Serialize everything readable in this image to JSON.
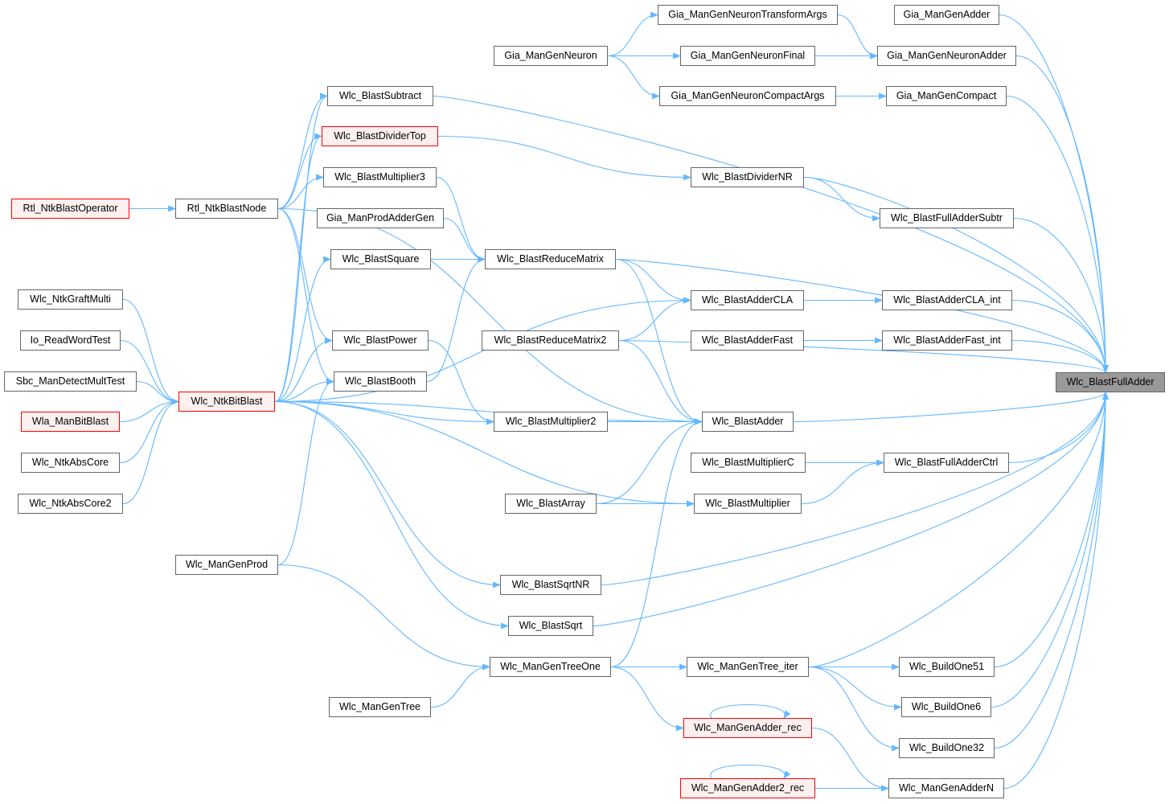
{
  "graph": {
    "title": "Wlc_BlastFullAdder caller graph",
    "colors": {
      "edge": "#63b8ff",
      "border": "#666666",
      "highlight_border": "#ff0000",
      "highlight_fill": "#fff0f0",
      "root_fill": "#999999"
    },
    "nodes": {
      "root": {
        "label": "Wlc_BlastFullAdder",
        "style": "root"
      },
      "gmga": {
        "label": "Gia_ManGenAdder"
      },
      "gmgna": {
        "label": "Gia_ManGenNeuronAdder"
      },
      "gmgc": {
        "label": "Gia_ManGenCompact"
      },
      "fas": {
        "label": "Wlc_BlastFullAdderSubtr"
      },
      "claint": {
        "label": "Wlc_BlastAdderCLA_int"
      },
      "fastint": {
        "label": "Wlc_BlastAdderFast_int"
      },
      "fac": {
        "label": "Wlc_BlastFullAdderCtrl"
      },
      "b51": {
        "label": "Wlc_BuildOne51"
      },
      "b6": {
        "label": "Wlc_BuildOne6"
      },
      "b32": {
        "label": "Wlc_BuildOne32"
      },
      "gan": {
        "label": "Wlc_ManGenAdderN"
      },
      "gnta": {
        "label": "Gia_ManGenNeuronTransformArgs"
      },
      "gnf": {
        "label": "Gia_ManGenNeuronFinal"
      },
      "gnca": {
        "label": "Gia_ManGenNeuronCompactArgs"
      },
      "dnr": {
        "label": "Wlc_BlastDividerNR"
      },
      "cla": {
        "label": "Wlc_BlastAdderCLA"
      },
      "fast": {
        "label": "Wlc_BlastAdderFast"
      },
      "adder": {
        "label": "Wlc_BlastAdder"
      },
      "mulc": {
        "label": "Wlc_BlastMultiplierC"
      },
      "mul": {
        "label": "Wlc_BlastMultiplier"
      },
      "gti": {
        "label": "Wlc_ManGenTree_iter"
      },
      "gar": {
        "label": "Wlc_ManGenAdder_rec",
        "style": "red"
      },
      "ga2r": {
        "label": "Wlc_ManGenAdder2_rec",
        "style": "red"
      },
      "gn": {
        "label": "Gia_ManGenNeuron"
      },
      "rm": {
        "label": "Wlc_BlastReduceMatrix"
      },
      "rm2": {
        "label": "Wlc_BlastReduceMatrix2"
      },
      "mul2": {
        "label": "Wlc_BlastMultiplier2"
      },
      "arr": {
        "label": "Wlc_BlastArray"
      },
      "sqnr": {
        "label": "Wlc_BlastSqrtNR"
      },
      "sq": {
        "label": "Wlc_BlastSqrt"
      },
      "gto": {
        "label": "Wlc_ManGenTreeOne"
      },
      "sub": {
        "label": "Wlc_BlastSubtract"
      },
      "dtop": {
        "label": "Wlc_BlastDividerTop",
        "style": "red"
      },
      "mul3": {
        "label": "Wlc_BlastMultiplier3"
      },
      "gpag": {
        "label": "Gia_ManProdAdderGen"
      },
      "square": {
        "label": "Wlc_BlastSquare"
      },
      "pow": {
        "label": "Wlc_BlastPower"
      },
      "booth": {
        "label": "Wlc_BlastBooth"
      },
      "gt": {
        "label": "Wlc_ManGenTree"
      },
      "rbn": {
        "label": "Rtl_NtkBlastNode"
      },
      "nbb": {
        "label": "Wlc_NtkBitBlast",
        "style": "red"
      },
      "gprod": {
        "label": "Wlc_ManGenProd"
      },
      "rbo": {
        "label": "Rtl_NtkBlastOperator",
        "style": "red"
      },
      "graft": {
        "label": "Wlc_NtkGraftMulti"
      },
      "iorwt": {
        "label": "Io_ReadWordTest"
      },
      "sbc": {
        "label": "Sbc_ManDetectMultTest"
      },
      "wla": {
        "label": "Wla_ManBitBlast",
        "style": "red"
      },
      "abs": {
        "label": "Wlc_NtkAbsCore"
      },
      "abs2": {
        "label": "Wlc_NtkAbsCore2"
      }
    },
    "edges": [
      [
        "rbo",
        "rbn"
      ],
      [
        "rbn",
        "sub"
      ],
      [
        "rbn",
        "dtop"
      ],
      [
        "rbn",
        "mul3"
      ],
      [
        "rbn",
        "pow"
      ],
      [
        "rbn",
        "booth"
      ],
      [
        "rbn",
        "adder"
      ],
      [
        "graft",
        "nbb"
      ],
      [
        "iorwt",
        "nbb"
      ],
      [
        "sbc",
        "nbb"
      ],
      [
        "wla",
        "nbb"
      ],
      [
        "abs",
        "nbb"
      ],
      [
        "abs2",
        "nbb"
      ],
      [
        "nbb",
        "sub"
      ],
      [
        "nbb",
        "dtop"
      ],
      [
        "nbb",
        "square"
      ],
      [
        "nbb",
        "pow"
      ],
      [
        "nbb",
        "booth"
      ],
      [
        "nbb",
        "cla"
      ],
      [
        "nbb",
        "mul2"
      ],
      [
        "nbb",
        "adder"
      ],
      [
        "nbb",
        "mul"
      ],
      [
        "nbb",
        "sqnr"
      ],
      [
        "nbb",
        "sq"
      ],
      [
        "gprod",
        "booth"
      ],
      [
        "gprod",
        "gto"
      ],
      [
        "gn",
        "gnta"
      ],
      [
        "gn",
        "gnf"
      ],
      [
        "gn",
        "gnca"
      ],
      [
        "gnta",
        "gmgna"
      ],
      [
        "gnf",
        "gmgna"
      ],
      [
        "gnca",
        "gmgc"
      ],
      [
        "dtop",
        "dnr"
      ],
      [
        "mul3",
        "rm"
      ],
      [
        "gpag",
        "rm"
      ],
      [
        "square",
        "rm"
      ],
      [
        "booth",
        "rm"
      ],
      [
        "pow",
        "mul2"
      ],
      [
        "rm",
        "cla"
      ],
      [
        "rm",
        "adder"
      ],
      [
        "rm",
        "root"
      ],
      [
        "rm2",
        "cla"
      ],
      [
        "rm2",
        "adder"
      ],
      [
        "rm2",
        "root"
      ],
      [
        "mul2",
        "adder"
      ],
      [
        "arr",
        "adder"
      ],
      [
        "arr",
        "mul"
      ],
      [
        "gto",
        "adder"
      ],
      [
        "gto",
        "gti"
      ],
      [
        "gto",
        "gar"
      ],
      [
        "gt",
        "gto"
      ],
      [
        "sub",
        "root"
      ],
      [
        "dnr",
        "root"
      ],
      [
        "dnr",
        "fas"
      ],
      [
        "cla",
        "claint"
      ],
      [
        "fast",
        "fastint"
      ],
      [
        "adder",
        "root"
      ],
      [
        "mulc",
        "fac"
      ],
      [
        "mul",
        "fac"
      ],
      [
        "sqnr",
        "root"
      ],
      [
        "sq",
        "root"
      ],
      [
        "gti",
        "b51"
      ],
      [
        "gti",
        "b6"
      ],
      [
        "gti",
        "b32"
      ],
      [
        "gti",
        "root"
      ],
      [
        "gar",
        "gar"
      ],
      [
        "gar",
        "gan"
      ],
      [
        "ga2r",
        "ga2r"
      ],
      [
        "ga2r",
        "gan"
      ],
      [
        "gmga",
        "root"
      ],
      [
        "gmgna",
        "root"
      ],
      [
        "gmgc",
        "root"
      ],
      [
        "fas",
        "root"
      ],
      [
        "claint",
        "root"
      ],
      [
        "fastint",
        "root"
      ],
      [
        "fac",
        "root"
      ],
      [
        "b51",
        "root"
      ],
      [
        "b6",
        "root"
      ],
      [
        "b32",
        "root"
      ],
      [
        "gan",
        "root"
      ]
    ]
  }
}
